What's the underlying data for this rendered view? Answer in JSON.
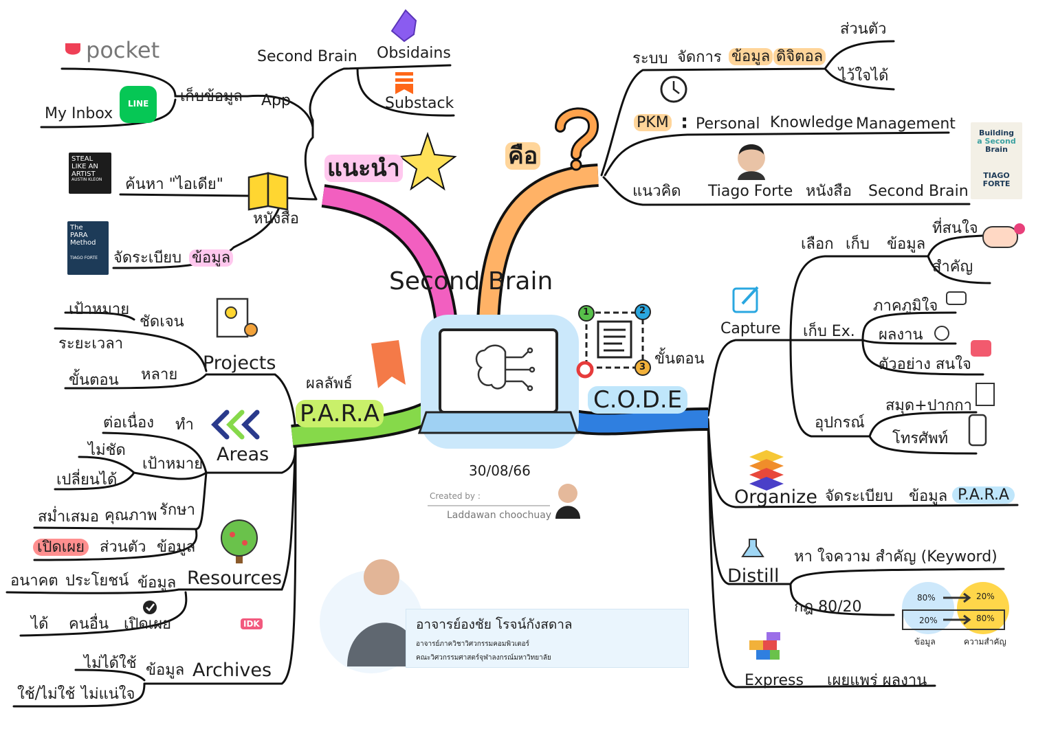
{
  "center": {
    "title": "Second Brain",
    "date": "30/08/66",
    "created_by": "Created by :",
    "author": "Laddawan choochuay"
  },
  "branch_intro": {
    "label": "แนะนำ",
    "store": "เก็บข้อมูล",
    "my_inbox": "My Inbox",
    "app": "App",
    "second_brain": "Second Brain",
    "obsidians": "Obsidains",
    "substack": "Substack",
    "pocket": "pocket",
    "line": "LINE",
    "books": "หนังสือ",
    "find_ideas": "ค้นหา \"ไอเดีย\"",
    "organize_data": "จัดระเบียบ",
    "organize_data_2": "ข้อมูล",
    "book1_lines": [
      "STEAL",
      "LIKE AN",
      "ARTIST",
      "AUSTIN KLEON"
    ],
    "book2_lines": [
      "The",
      "PARA",
      "Method",
      "TIAGO FORTE"
    ]
  },
  "branch_what": {
    "label": "คือ",
    "system": "ระบบ",
    "manage": "จัดการ",
    "data": "ข้อมูล",
    "digital": "ดิจิตอล",
    "personal": "ส่วนตัว",
    "trusted": "ไว้ใจได้",
    "pkm": "PKM",
    "colon": ":",
    "pkm_words": [
      "Personal",
      "Knowledge",
      "Management"
    ],
    "concept": "แนวคิด",
    "tiago": "Tiago Forte",
    "book": "หนังสือ",
    "book_title": "Second Brain",
    "cover_lines": [
      "Building",
      "a Second",
      "Brain",
      "TIAGO",
      "FORTE"
    ]
  },
  "branch_para": {
    "label": "P.A.R.A",
    "result": "ผลลัพธ์",
    "projects": "Projects",
    "proj_goal": "เป้าหมาย",
    "proj_clear": "ชัดเจน",
    "proj_period": "ระยะเวลา",
    "proj_steps": "ขั้นตอน",
    "proj_many": "หลาย",
    "areas": "Areas",
    "areas_cont": "ต่อเนื่อง",
    "areas_do": "ทำ",
    "areas_unclear": "ไม่ชัด",
    "areas_goal": "เป้าหมาย",
    "areas_change": "เปลี่ยนได้",
    "areas_consistent": "สม่ำเสมอ",
    "areas_quality": "คุณภาพ",
    "areas_keep": "รักษา",
    "areas_disclose": "เปิดเผย",
    "areas_private": "ส่วนตัว",
    "areas_data": "ข้อมูล",
    "resources": "Resources",
    "res_future": "อนาคต",
    "res_benefit": "ประโยชน์",
    "res_data": "ข้อมูล",
    "res_can": "ได้",
    "res_others": "คนอื่น",
    "res_disclose": "เปิดเผย",
    "archives": "Archives",
    "arc_unused": "ไม่ได้ใช้",
    "arc_data": "ข้อมูล",
    "arc_use": "ใช้/ไม่ใช้",
    "arc_unsure": "ไม่แน่ใจ",
    "idk": "IDK"
  },
  "branch_code": {
    "label": "C.O.D.E",
    "steps": "ขั้นตอน",
    "step_numbers": [
      "1",
      "2",
      "3"
    ],
    "capture": "Capture",
    "cap_choose": "เลือก",
    "cap_store": "เก็บ",
    "cap_data": "ข้อมูล",
    "cap_interest": "ที่สนใจ",
    "cap_important": "สำคัญ",
    "cap_store_ex": "เก็บ Ex.",
    "cap_proud": "ภาคภูมิใจ",
    "cap_work": "ผลงาน",
    "cap_example": "ตัวอย่าง สนใจ",
    "cap_tools": "อุปกรณ์",
    "cap_notebook": "สมุด+ปากกา",
    "cap_phone": "โทรศัพท์",
    "organize": "Organize",
    "org_text": "จัดระเบียบ",
    "org_data": "ข้อมูล",
    "org_para": "P.A.R.A",
    "distill": "Distill",
    "dis_find": "หา ใจความ สำคัญ (Keyword)",
    "dis_rule": "กฎ 80/20",
    "pareto_top": [
      "80%",
      "20%"
    ],
    "pareto_bottom": [
      "20%",
      "80%"
    ],
    "pareto_labels": [
      "ข้อมูล",
      "ความสำคัญ"
    ],
    "express": "Express",
    "exp_text": "เผยแพร่ ผลงาน"
  },
  "profile": {
    "name": "อาจารย์องชัย โรจน์กังสดาล",
    "line1": "อาจารย์ภาควิชาวิศวกรรมคอมพิวเตอร์",
    "line2": "คณะวิศวกรรมศาสตร์จุฬาลงกรณ์มหาวิทยาลัย"
  },
  "colors": {
    "pink_branch": "#f25fc0",
    "orange_branch": "#ffb266",
    "green_branch": "#86d94a",
    "blue_branch": "#2f7fe0",
    "highlight_green": "#c9f06a",
    "highlight_blue": "#bfe6fb"
  }
}
